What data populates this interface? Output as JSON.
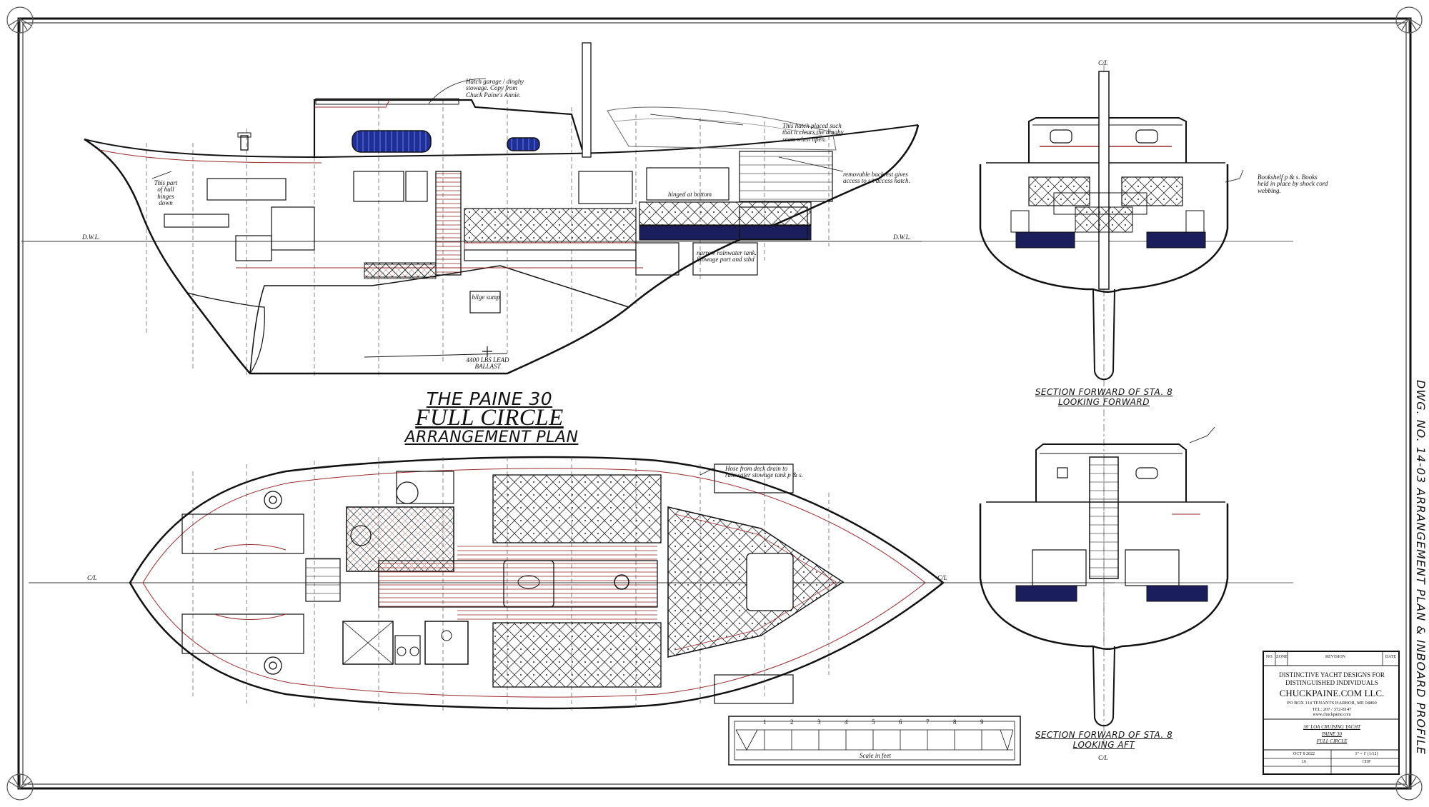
{
  "title": {
    "line1": "THE PAINE 30",
    "line2": "FULL CIRCLE",
    "line3": "ARRANGEMENT PLAN"
  },
  "drawing_number": "DWG. NO. 14-03  ARRANGEMENT PLAN & INBOARD PROFILE",
  "profile_notes": {
    "hatch_garage": "Hatch garage / dinghy stowage. Copy from Chuck Paine's Annie.",
    "hatch_placed": "This hatch placed such that it clears the dinghy seats when open.",
    "removable_backrest": "removable backrest gives access to s/t access hatch.",
    "hinged_hull": "This part of hull hinges down",
    "hinged_bottom": "hinged at bottom",
    "narrow_tank": "narrow rainwater tank. Stowage port and stbd",
    "bilge_sump": "bilge sump",
    "ballast": "4400 LBS LEAD BALLAST",
    "dwl_left": "D.W.L.",
    "dwl_right": "D.W.L."
  },
  "plan_notes": {
    "hose": "Hose from deck drain to rainwater stowage tank p & s.",
    "cl_left": "C/L",
    "cl_right": "C/L"
  },
  "section_fwd": {
    "caption1": "SECTION FORWARD OF STA. 8",
    "caption2": "LOOKING FORWARD",
    "cl_top": "C/L",
    "bookshelf": "Bookshelf p & s. Books held in place by shock cord webbing."
  },
  "section_aft": {
    "caption1": "SECTION FORWARD OF STA. 8",
    "caption2": "LOOKING AFT",
    "cl_bottom": "C/L"
  },
  "scale": {
    "ticks": [
      "1",
      "2",
      "3",
      "4",
      "5",
      "6",
      "7",
      "8",
      "9"
    ],
    "label": "Scale in feet"
  },
  "title_block": {
    "col_no": "NO.",
    "col_zone": "ZONE",
    "col_revision": "REVISION",
    "col_date": "DATE",
    "tagline1": "DISTINCTIVE YACHT DESIGNS FOR",
    "tagline2": "DISTINGUISHED INDIVIDUALS",
    "company": "CHUCKPAINE.COM LLC.",
    "address": "PO BOX 114  TENANTS HARBOR, ME 04860",
    "phone": "TEL: 207 / 372-8147",
    "web": "www.chuckpaine.com",
    "desc1": "30' LOA CRUISING YACHT",
    "desc2": "PAINE 30",
    "desc3": "FULL CIRCLE",
    "date": "OCT 8 2022",
    "scale_val": "1\" = 1' (1/12)",
    "sheet": "16",
    "by": "CHP"
  },
  "colors": {
    "ink": "#111111",
    "red_ink": "#9b2a2a",
    "blue_ink": "#1f2f9a",
    "navy_fill": "#1a1f5c"
  }
}
